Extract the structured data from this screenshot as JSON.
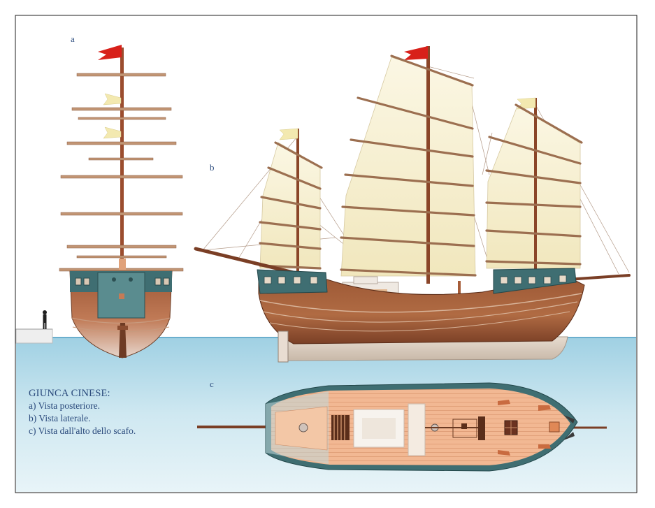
{
  "labels": {
    "a": "a",
    "b": "b",
    "c": "c"
  },
  "caption": {
    "title": "GIUNCA CINESE:",
    "lines": [
      "a) Vista posteriore.",
      "b) Vista laterale.",
      "c) Vista dall'alto dello scafo."
    ]
  },
  "colors": {
    "sea": "#cfe6ef",
    "sea_line": "#5aa4c8",
    "hull_brown": "#8e4a2e",
    "sail_cream": "#f6f0cf",
    "batten": "#b98e6a",
    "deck_teal": "#3f6e72",
    "flag_red": "#d8201a",
    "flag_cream": "#f3e9b0",
    "frame": "#1c1c1c",
    "deck_plank": "#f0b48c"
  }
}
